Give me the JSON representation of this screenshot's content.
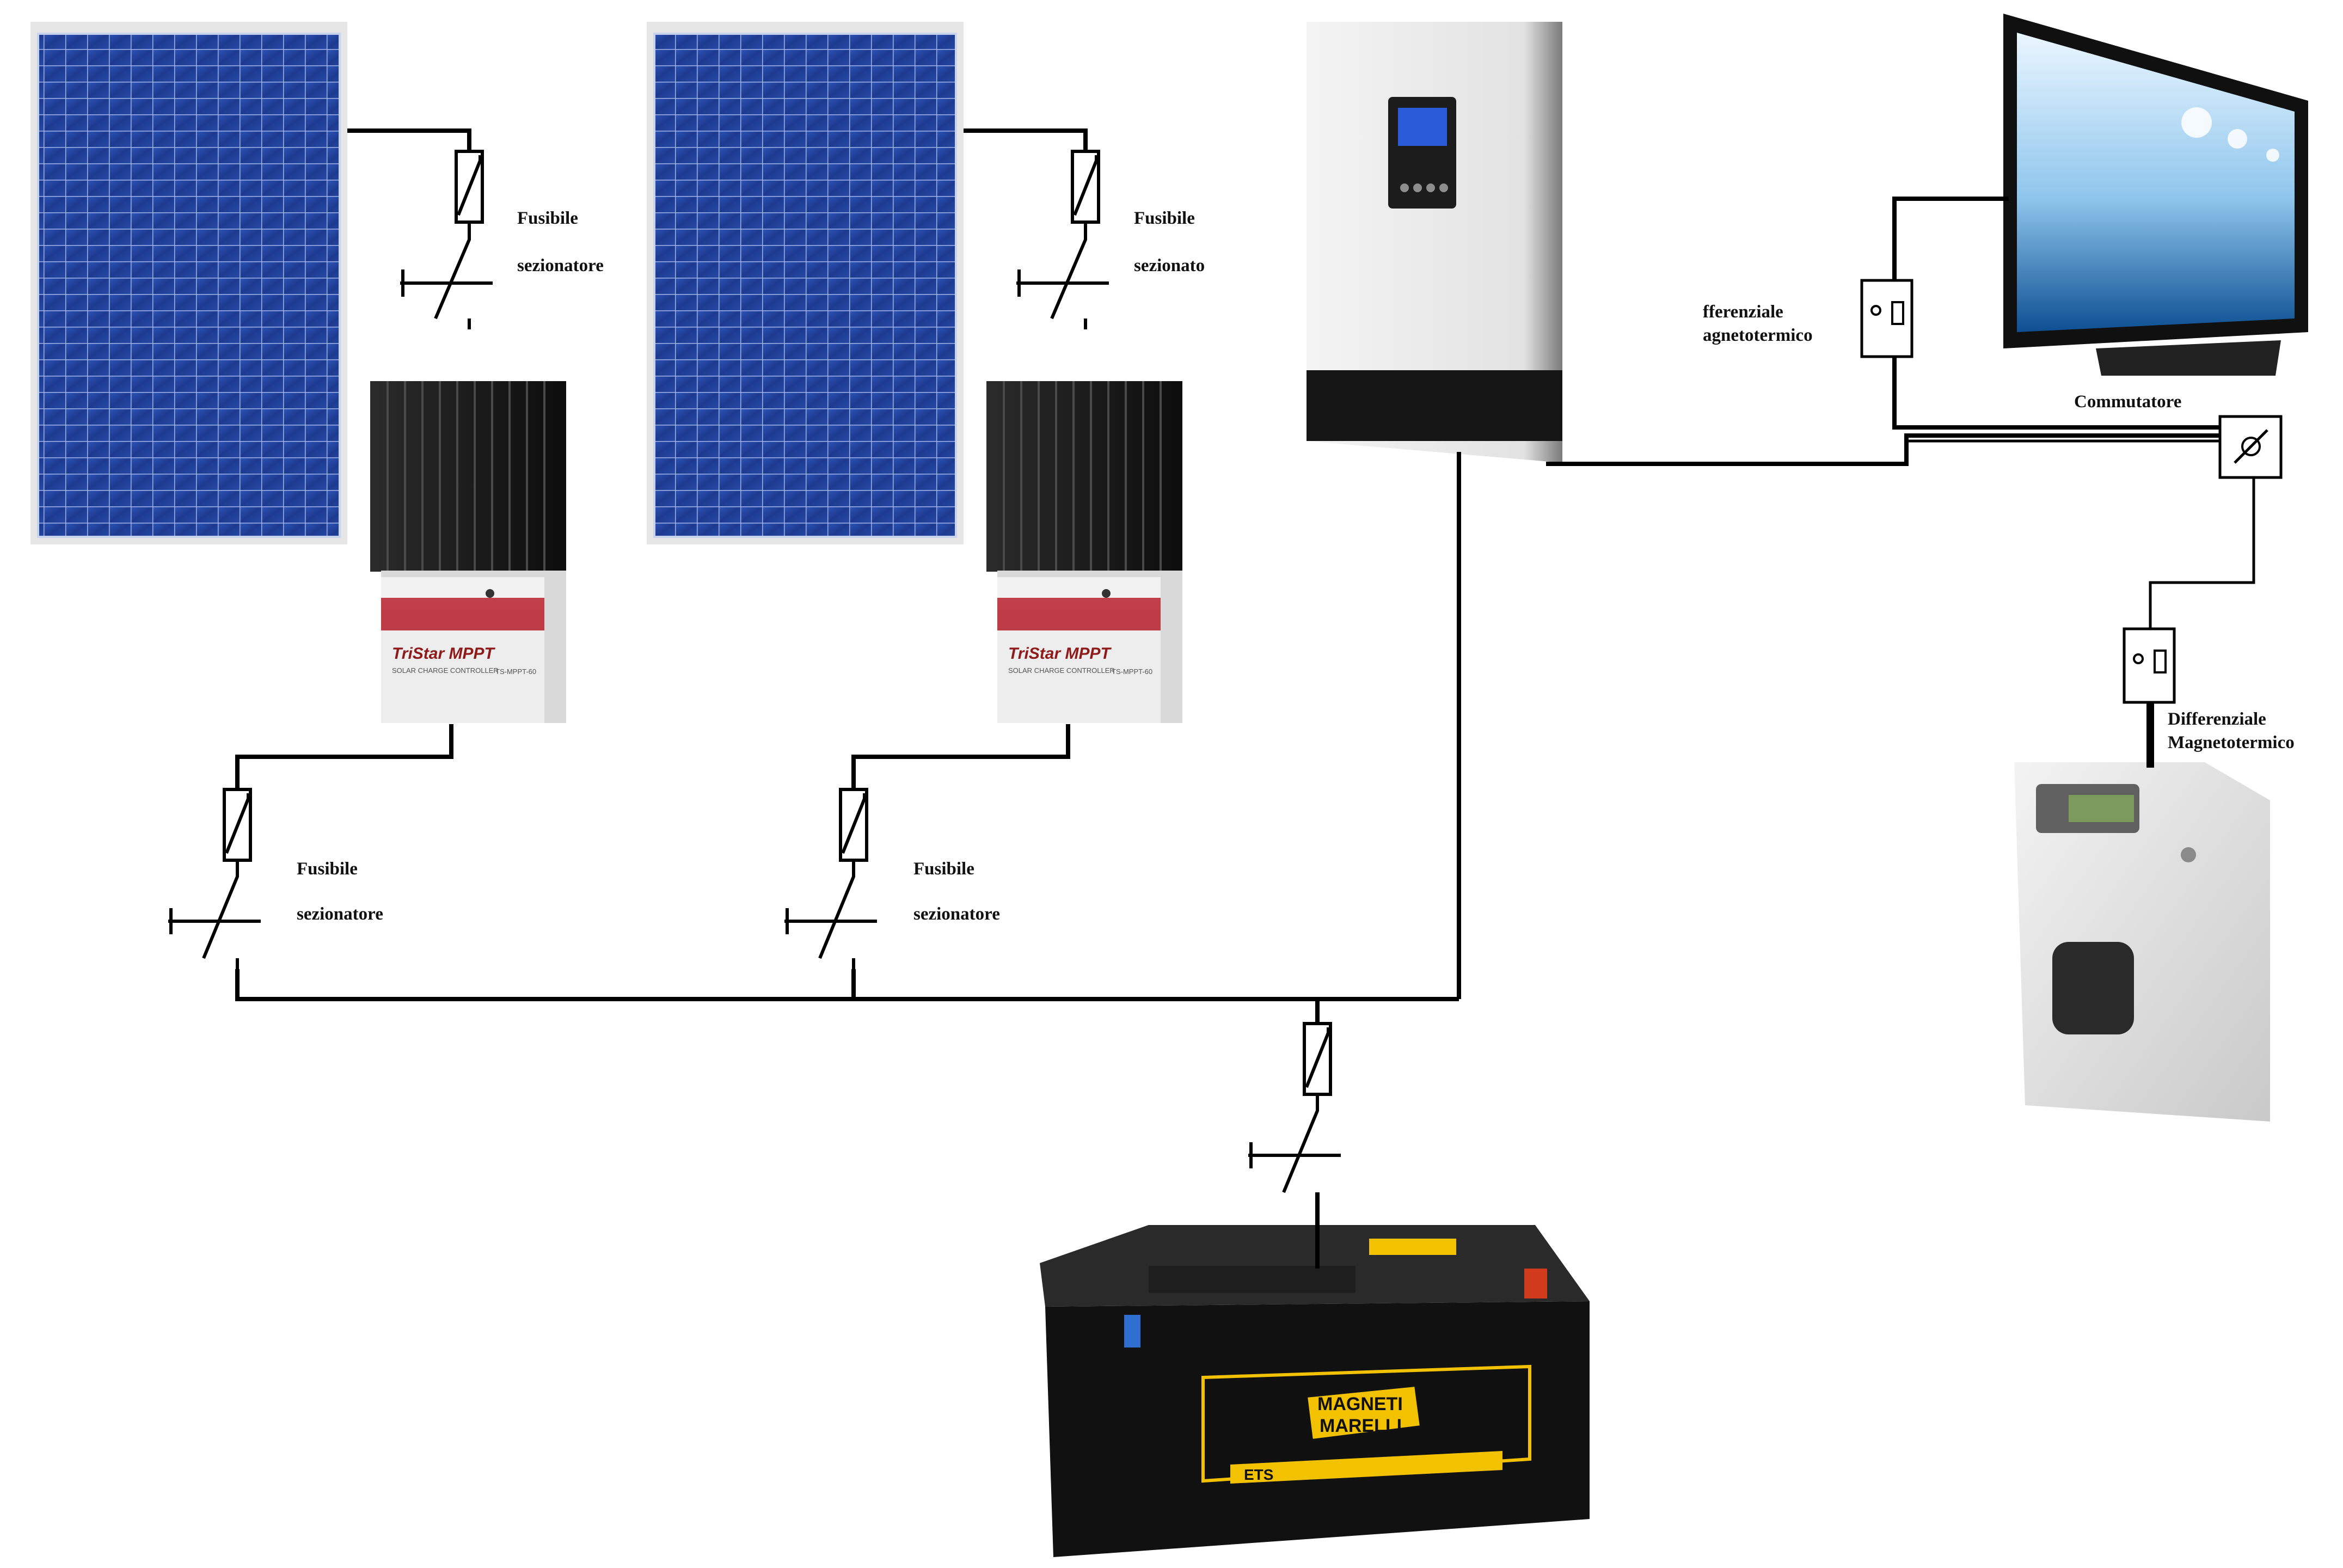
{
  "labels": {
    "fuse1_a": "Fusibile",
    "fuse1_b": "sezionatore",
    "fuse2_a": "Fusibile",
    "fuse2_b": "sezionato",
    "fuse3_a": "Fusibile",
    "fuse3_b": "sezionatore",
    "fuse4_a": "Fusibile",
    "fuse4_b": "sezionatore",
    "breaker1_a": "fferenziale",
    "breaker1_b": "agnetotermico",
    "breaker2_a": "Differenziale",
    "breaker2_b": "Magnetotermico",
    "switch": "Commutatore"
  },
  "devices": {
    "controller_brand": "TriStar MPPT",
    "controller_sub": "SOLAR CHARGE CONTROLLER",
    "controller_model": "TS-MPPT-60",
    "battery_brand_1": "MAGNETI",
    "battery_brand_2": "MARELLI",
    "battery_tag": "ETS"
  },
  "colors": {
    "wire": "#000000",
    "panel_cell": "#1f3f9a",
    "battery_yellow": "#f2c200",
    "battery_body": "#1b1b1b",
    "terminal_positive": "#d23a1c",
    "terminal_negative": "#2f6fd0",
    "inverter_screen": "#2a5bd8"
  }
}
